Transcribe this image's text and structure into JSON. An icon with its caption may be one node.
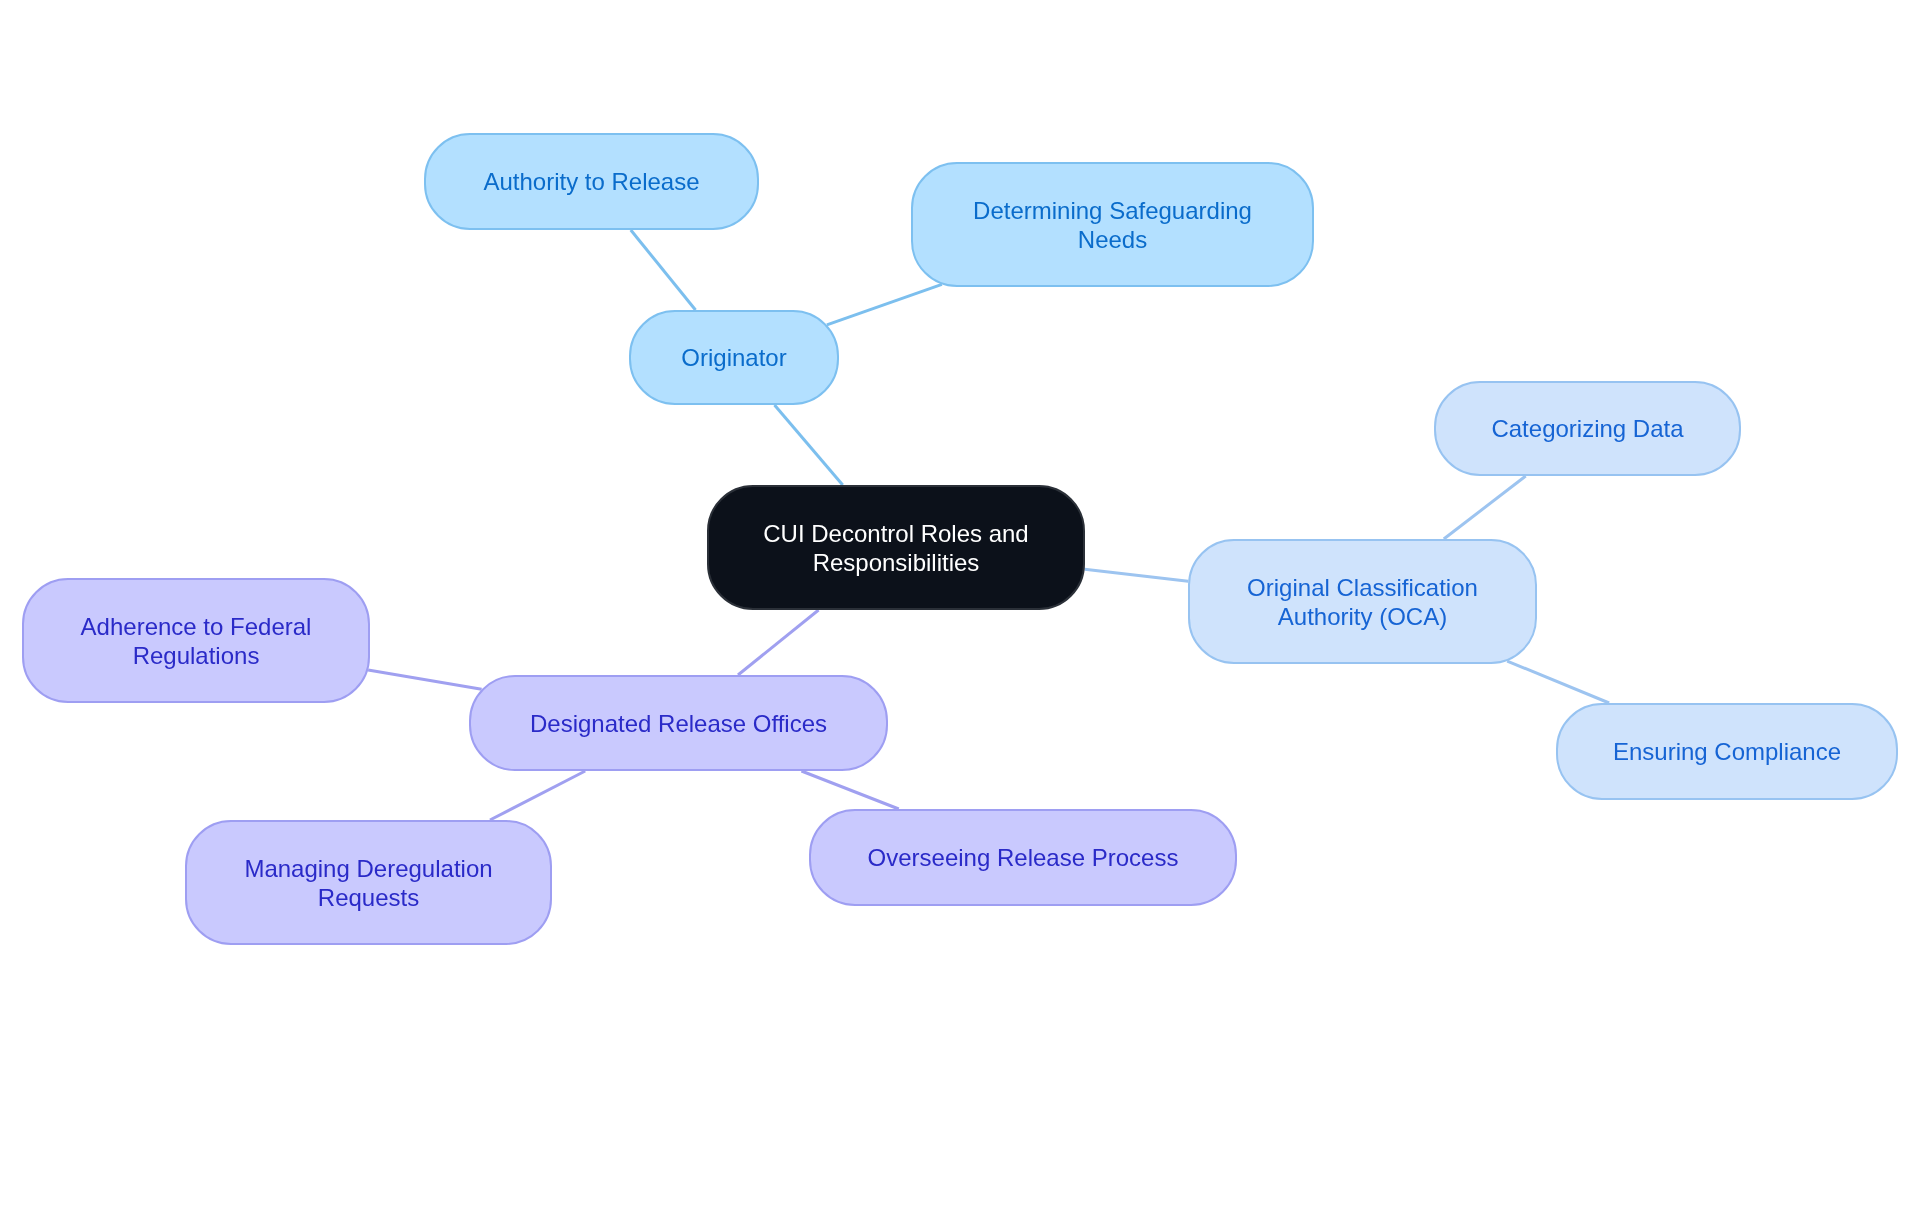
{
  "diagram": {
    "nodes": [
      {
        "text": [
          "CUI Decontrol Roles and Responsibilities"
        ]
      },
      {
        "text": [
          "Originator"
        ]
      },
      {
        "text": [
          "Authority to Release"
        ]
      },
      {
        "text": [
          "Determining Safeguarding Needs"
        ]
      },
      {
        "text": [
          "Original Classification Authority (OCA)"
        ]
      },
      {
        "text": [
          "Categorizing Data"
        ]
      },
      {
        "text": [
          "Ensuring Compliance"
        ]
      },
      {
        "text": [
          "Designated Release Offices"
        ]
      },
      {
        "text": [
          "Adherence to Federal Regulations"
        ]
      },
      {
        "text": [
          "Managing Deregulation Requests"
        ]
      },
      {
        "text": [
          "Overseeing Release Process"
        ]
      }
    ],
    "edges": [
      {
        "from": 0,
        "to": 1,
        "arrow": "none",
        "color": "#7cbfee"
      },
      {
        "from": 1,
        "to": 2,
        "arrow": "none",
        "color": "#7cbfee"
      },
      {
        "from": 1,
        "to": 3,
        "arrow": "none",
        "color": "#7cbfee"
      },
      {
        "from": 0,
        "to": 4,
        "arrow": "none",
        "color": "#9dc4f0"
      },
      {
        "from": 4,
        "to": 5,
        "arrow": "none",
        "color": "#9dc4f0"
      },
      {
        "from": 4,
        "to": 6,
        "arrow": "none",
        "color": "#9dc4f0"
      },
      {
        "from": 0,
        "to": 7,
        "arrow": "none",
        "color": "#a0a0f0"
      },
      {
        "from": 7,
        "to": 8,
        "arrow": "none",
        "color": "#a0a0f0"
      },
      {
        "from": 7,
        "to": 9,
        "arrow": "none",
        "color": "#a0a0f0"
      },
      {
        "from": 7,
        "to": 10,
        "arrow": "none",
        "color": "#a0a0f0"
      }
    ]
  }
}
